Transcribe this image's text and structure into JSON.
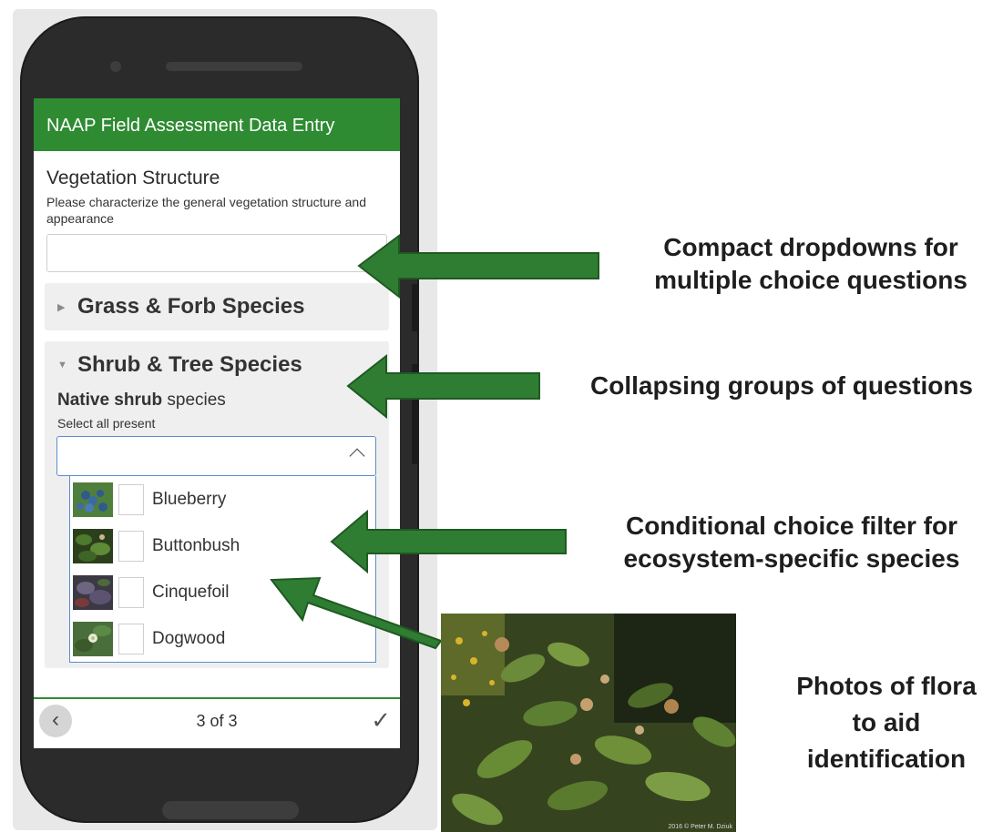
{
  "app": {
    "header_title": "NAAP Field Assessment Data Entry"
  },
  "vegetation": {
    "title": "Vegetation Structure",
    "hint": "Please characterize the general vegetation structure and appearance",
    "value": ""
  },
  "groups": [
    {
      "title": "Grass & Forb Species",
      "state": "collapsed",
      "caret": "▶"
    },
    {
      "title": "Shrub & Tree Species",
      "state": "expanded",
      "caret": "▼"
    }
  ],
  "shrub_question": {
    "label_bold": "Native shrub",
    "label_rest": " species",
    "hint": "Select all present",
    "value": "",
    "options": [
      {
        "label": "Blueberry",
        "thumb_icon": "blueberry-photo",
        "checked": false,
        "color": "#2f5a8c"
      },
      {
        "label": "Buttonbush",
        "thumb_icon": "buttonbush-photo",
        "checked": false,
        "color": "#3e5c2a"
      },
      {
        "label": "Cinquefoil",
        "thumb_icon": "cinquefoil-photo",
        "checked": false,
        "color": "#5b5268"
      },
      {
        "label": "Dogwood",
        "thumb_icon": "dogwood-photo",
        "checked": false,
        "color": "#4a6e3b"
      }
    ]
  },
  "footer": {
    "back_glyph": "‹",
    "page_indicator": "3 of 3",
    "submit_glyph": "✓"
  },
  "annotations": {
    "dropdowns_line1": "Compact dropdowns for",
    "dropdowns_line2": "multiple choice questions",
    "collapsing": "Collapsing groups of questions",
    "filter_line1": "Conditional choice filter for",
    "filter_line2": "ecosystem-specific species",
    "photos_line1": "Photos of flora",
    "photos_line2": "to aid",
    "photos_line3": "identification"
  },
  "photo": {
    "credit": "2016 © Peter M. Dziuk"
  },
  "colors": {
    "accent_green": "#2e8b32",
    "arrow_green": "#2f7d32",
    "dropdown_border": "#5a8ed0"
  }
}
